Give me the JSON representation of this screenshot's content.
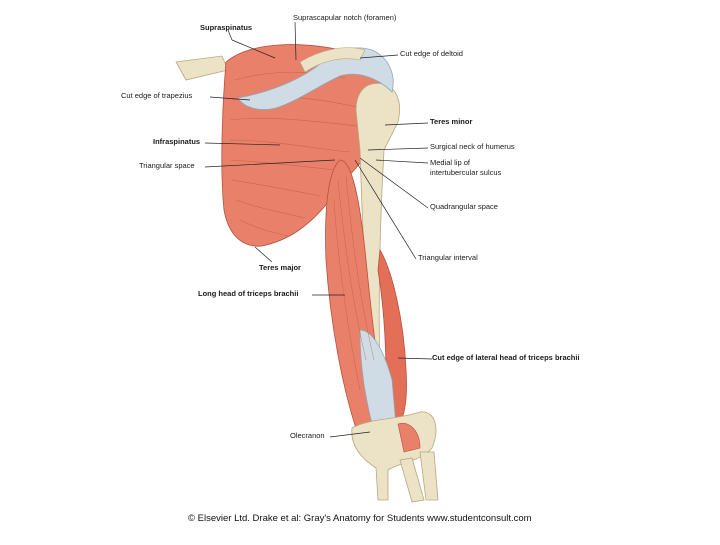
{
  "labels": {
    "supraspinatus": "Supraspinatus",
    "suprascapular_notch": "Suprascapular notch (foramen)",
    "cut_edge_deltoid": "Cut edge of deltoid",
    "cut_edge_trapezius": "Cut edge of trapezius",
    "teres_minor": "Teres minor",
    "infraspinatus": "Infraspinatus",
    "surgical_neck": "Surgical neck of humerus",
    "medial_lip_1": "Medial lip of",
    "medial_lip_2": "intertubercular sulcus",
    "triangular_space": "Triangular space",
    "quadrangular_space": "Quadrangular space",
    "triangular_interval": "Triangular interval",
    "teres_major": "Teres major",
    "long_head_triceps": "Long head of triceps brachii",
    "cut_edge_lateral_triceps": "Cut edge of lateral head of triceps brachii",
    "olecranon": "Olecranon"
  },
  "copyright": "© Elsevier Ltd. Drake et al: Gray's Anatomy for Students www.studentconsult.com",
  "colors": {
    "muscle": "#e9806a",
    "muscle_dark": "#c9533f",
    "bone": "#ece2c6",
    "bone_shade": "#c9b98f",
    "tendon": "#cfdce6",
    "leader": "#222222"
  }
}
